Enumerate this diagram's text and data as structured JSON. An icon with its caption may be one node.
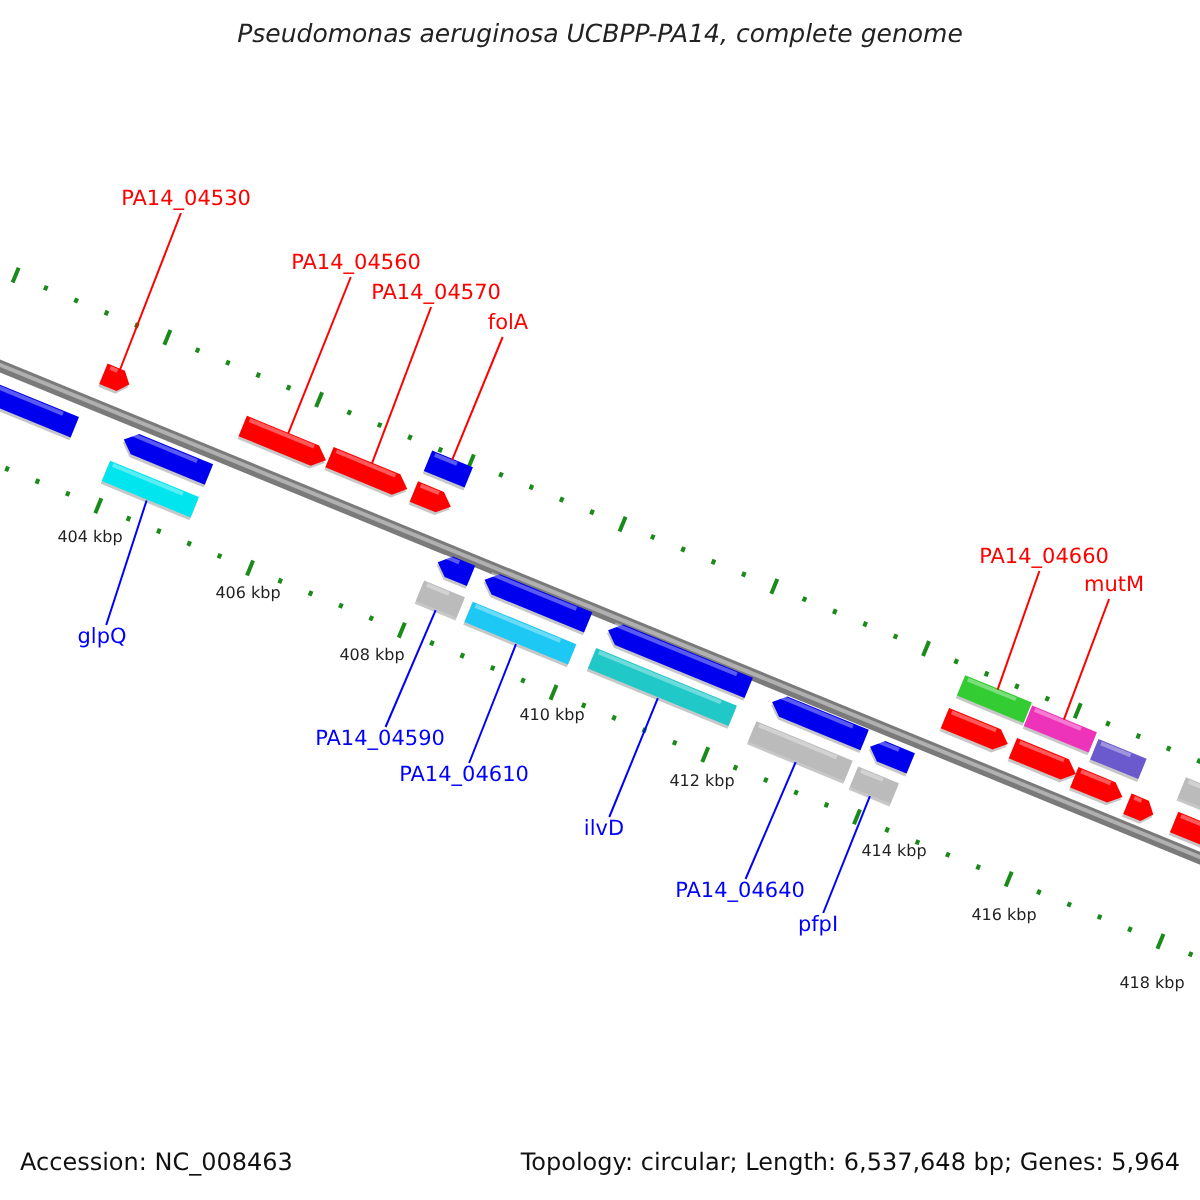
{
  "diagram": {
    "title": "Pseudomonas aeruginosa UCBPP-PA14, complete genome",
    "nodes": [
      {
        "text": [
          "PA14_04530"
        ]
      },
      {
        "text": [
          "PA14_04560"
        ]
      },
      {
        "text": [
          "PA14_04570"
        ]
      },
      {
        "text": [
          "folA"
        ]
      },
      {
        "text": [
          "PA14_04660"
        ]
      },
      {
        "text": [
          "mutM"
        ]
      },
      {
        "text": [
          "glpQ"
        ]
      },
      {
        "text": [
          "PA14_04590"
        ]
      },
      {
        "text": [
          "PA14_04610"
        ]
      },
      {
        "text": [
          "ilvD"
        ]
      },
      {
        "text": [
          "PA14_04640"
        ]
      },
      {
        "text": [
          "pfpI"
        ]
      },
      {
        "text": [],
        "shape": "box"
      },
      {
        "text": [],
        "shape": "pentagon"
      },
      {
        "text": [],
        "shape": "box"
      },
      {
        "text": [],
        "shape": "pentagon"
      },
      {
        "text": [],
        "shape": "pentagon"
      },
      {
        "text": [],
        "shape": "pentagon"
      },
      {
        "text": [],
        "shape": "pentagon"
      },
      {
        "text": [],
        "shape": "box"
      },
      {
        "text": [],
        "shape": "box"
      },
      {
        "text": [],
        "shape": "pentagon"
      },
      {
        "text": [],
        "shape": "box"
      },
      {
        "text": [],
        "shape": "pentagon"
      },
      {
        "text": [],
        "shape": "box"
      },
      {
        "text": [],
        "shape": "pentagon"
      },
      {
        "text": [],
        "shape": "box"
      },
      {
        "text": [],
        "shape": "pentagon"
      },
      {
        "text": [],
        "shape": "box"
      },
      {
        "text": [],
        "shape": "pentagon"
      },
      {
        "text": [],
        "shape": "pentagon"
      },
      {
        "text": [],
        "shape": "box"
      },
      {
        "text": [],
        "shape": "pentagon"
      },
      {
        "text": [],
        "shape": "box"
      },
      {
        "text": [],
        "shape": "pentagon"
      },
      {
        "text": [],
        "shape": "box"
      },
      {
        "text": [],
        "shape": "pentagon"
      },
      {
        "text": [],
        "shape": "pentagon"
      },
      {
        "text": [],
        "shape": "box"
      }
    ],
    "edges": [
      {
        "from": 0,
        "to": 13,
        "arrow": "none",
        "color": "#ff0000"
      },
      {
        "from": 1,
        "to": 16,
        "arrow": "none",
        "color": "#ff0000"
      },
      {
        "from": 2,
        "to": 17,
        "arrow": "none",
        "color": "#ff0000"
      },
      {
        "from": 3,
        "to": 20,
        "arrow": "none",
        "color": "#ff0000"
      },
      {
        "from": 4,
        "to": 31,
        "arrow": "none",
        "color": "#ff0000"
      },
      {
        "from": 5,
        "to": 33,
        "arrow": "none",
        "color": "#ff0000"
      },
      {
        "from": 6,
        "to": 14,
        "arrow": "none",
        "color": "#0000ff"
      },
      {
        "from": 7,
        "to": 19,
        "arrow": "none",
        "color": "#0000ff"
      },
      {
        "from": 8,
        "to": 22,
        "arrow": "none",
        "color": "#0000ff"
      },
      {
        "from": 9,
        "to": 24,
        "arrow": "none",
        "color": "#0000ff"
      },
      {
        "from": 10,
        "to": 26,
        "arrow": "none",
        "color": "#0000ff"
      },
      {
        "from": 11,
        "to": 28,
        "arrow": "none",
        "color": "#0000ff"
      }
    ],
    "labels": [
      "404 kbp",
      "406 kbp",
      "408 kbp",
      "410 kbp",
      "412 kbp",
      "414 kbp",
      "416 kbp",
      "418 kbp",
      "Accession: NC_008463",
      "Topology: circular; Length: 6,537,648 bp; Genes: 5,964"
    ]
  }
}
